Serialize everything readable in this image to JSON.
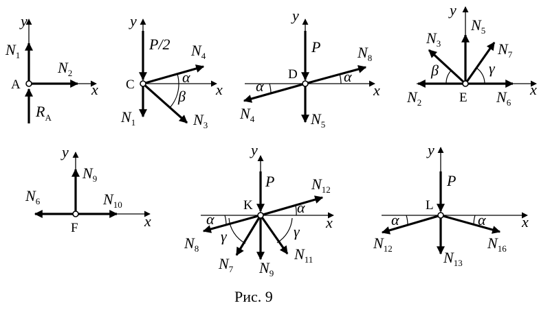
{
  "caption": "Рис. 9",
  "axis_x": "x",
  "axis_y": "y",
  "nodes": {
    "A": "A",
    "C": "C",
    "D": "D",
    "E": "E",
    "F": "F",
    "K": "K",
    "L": "L"
  },
  "forces": {
    "N1_main": "N",
    "N1_sub": "1",
    "N2_main": "N",
    "N2_sub": "2",
    "RA_main": "R",
    "RA_sub": "A",
    "P2": "P/2",
    "N4_main": "N",
    "N4_sub": "4",
    "N3_main": "N",
    "N3_sub": "3",
    "P": "P",
    "N5_main": "N",
    "N5_sub": "5",
    "N6_main": "N",
    "N6_sub": "6",
    "N7_main": "N",
    "N7_sub": "7",
    "N8_main": "N",
    "N8_sub": "8",
    "N9_main": "N",
    "N9_sub": "9",
    "N10_main": "N",
    "N10_sub": "10",
    "N11_main": "N",
    "N11_sub": "11",
    "N12_main": "N",
    "N12_sub": "12",
    "N13_main": "N",
    "N13_sub": "13",
    "N16_main": "N",
    "N16_sub": "16"
  },
  "angles": {
    "alpha": "α",
    "beta": "β",
    "gamma": "γ"
  }
}
